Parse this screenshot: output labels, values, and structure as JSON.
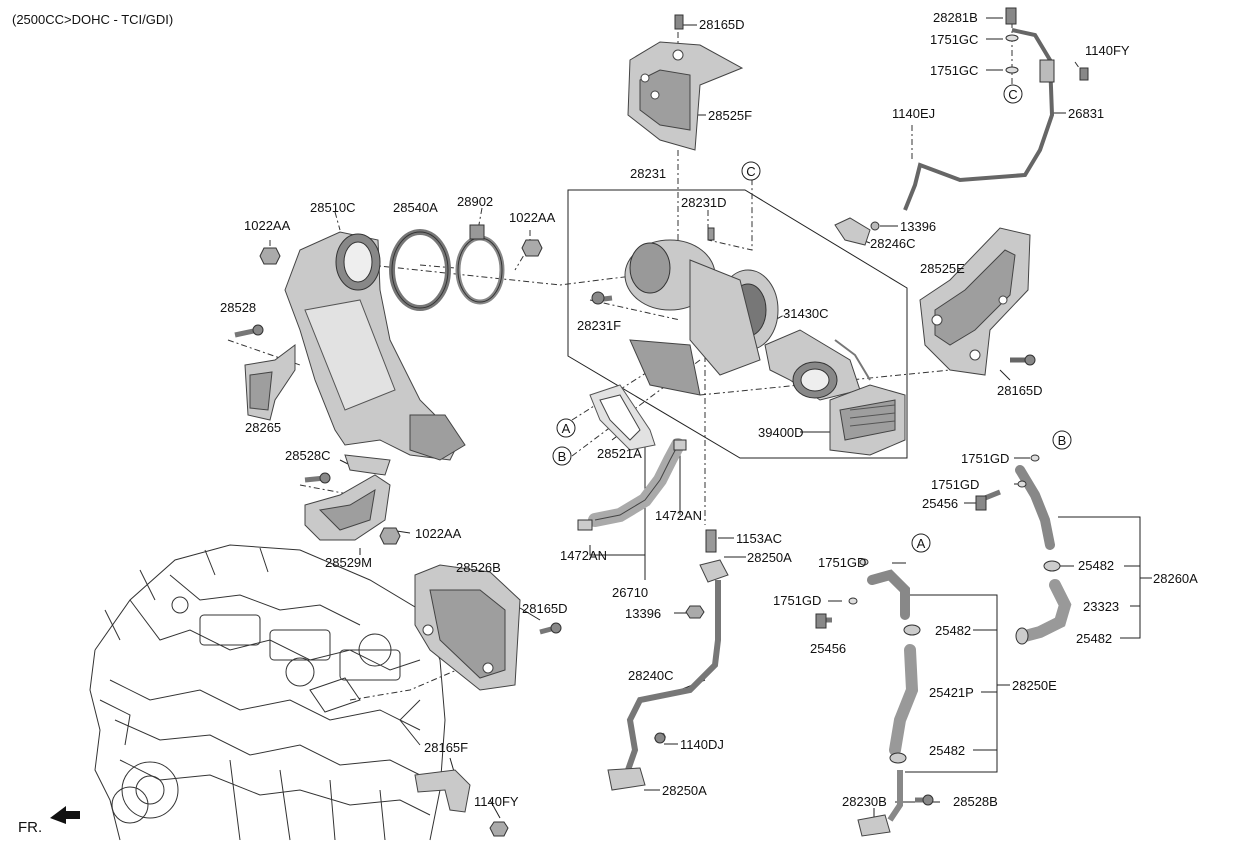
{
  "header": {
    "engine_spec": "(2500CC>DOHC - TCI/GDI)"
  },
  "orientation": {
    "front_label": "FR."
  },
  "callouts": [
    "A",
    "B",
    "C"
  ],
  "part_labels": [
    "28165D",
    "28281B",
    "1751GC",
    "1751GC",
    "1140FY",
    "28525F",
    "26831",
    "1140EJ",
    "28231",
    "28231D",
    "13396",
    "28246C",
    "28510C",
    "28540A",
    "28902",
    "1022AA",
    "1022AA",
    "28525E",
    "28528",
    "28231F",
    "31430C",
    "28165D",
    "28265",
    "39400D",
    "28521A",
    "1751GD",
    "28528C",
    "1751GD",
    "25456",
    "1472AN",
    "1022AA",
    "1153AC",
    "28529M",
    "28250A",
    "1751GD",
    "25482",
    "28260A",
    "1472AN",
    "26710",
    "28526B",
    "23323",
    "1751GD",
    "13396",
    "28165D",
    "25482",
    "25482",
    "25456",
    "28240C",
    "25421P",
    "28250E",
    "1140DJ",
    "28165F",
    "25482",
    "28250A",
    "28230B",
    "28528B",
    "1140FY"
  ]
}
